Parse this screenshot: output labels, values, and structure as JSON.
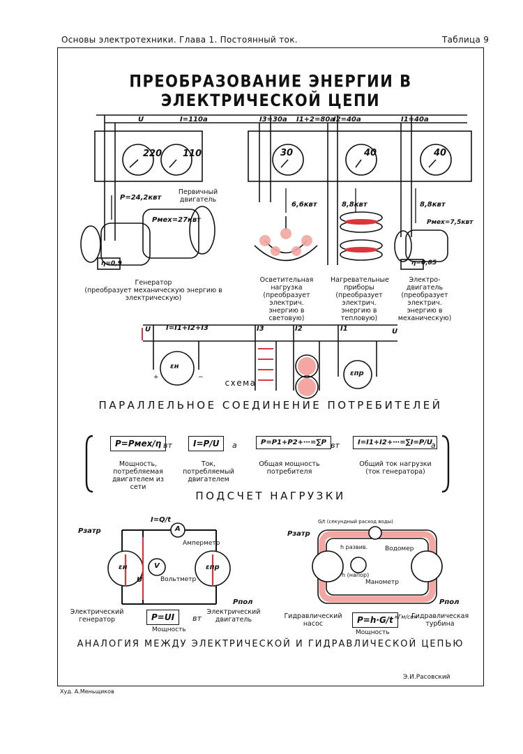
{
  "header": {
    "left": "Основы электротехники. Глава 1. Постоянный ток.",
    "right": "Таблица 9"
  },
  "title": "ПРЕОБРАЗОВАНИЕ ЭНЕРГИИ В ЭЛЕКТРИЧЕСКОЙ ЦЕПИ",
  "top": {
    "line_u": "U",
    "line_i": "I=110а",
    "meter_v": "220",
    "meter_a": "110",
    "p_gen": "P=24,2квт",
    "p_mech": "Pмех=27квт",
    "eta_gen": "η=0,9",
    "prime_mover": "Первичный двигатель",
    "generator_title": "Генератор",
    "generator_desc": "(преобразует механическую энергию в электрическую)",
    "i3": "I3=30а",
    "isum": "I1+2=80а",
    "i2": "I2=40а",
    "i1": "I1=40а",
    "meter_30": "30",
    "meter_40a": "40",
    "meter_40b": "40",
    "p_light": "6,6квт",
    "p_heat": "8,8квт",
    "p_motor": "8,8квт",
    "p_mech2": "Pмех=7,5квт",
    "eta_motor": "η=0,85",
    "light_desc": "Осветительная нагрузка (преобразует электрич. энергию в световую)",
    "heat_desc": "Нагревательные приборы (преобразует электрич. энергию в тепловую)",
    "motor_desc": "Электро-двигатель (преобразует электрич. энергию в механическую)"
  },
  "schema": {
    "u_left": "U",
    "i_total": "I=I1+I2+I3",
    "i3": "I3",
    "i2": "I2",
    "i1": "I1",
    "u_right": "U",
    "e_gen": "εн",
    "e_motor": "εпр",
    "label": "схема",
    "plus": "+",
    "minus": "−"
  },
  "section1": "ПАРАЛЛЕЛЬНОЕ СОЕДИНЕНИЕ ПОТРЕБИТЕЛЕЙ",
  "formulas": [
    {
      "box": "P=Pмех/η",
      "unit": "вт",
      "desc": "Мощность, потребляемая двигателем из сети"
    },
    {
      "box": "I=P/U",
      "unit": "а",
      "desc": "Ток, потребляемый двигателем"
    },
    {
      "box": "P=P1+P2+⋯=∑P",
      "unit": "вт",
      "desc": "Общая мощность потребителя"
    },
    {
      "box": "I=I1+I2+⋯=∑I=P/U",
      "unit": "а",
      "desc": "Общий ток нагрузки (ток генератора)"
    }
  ],
  "section2": "ПОДСЧЕТ НАГРУЗКИ",
  "analogy": {
    "p_zatr_left": "Pзатр",
    "i_formula": "I=Q/t",
    "ammeter_sym": "A",
    "ammeter": "Амперметр",
    "voltmeter_sym": "V",
    "voltmeter": "Вольтметр",
    "e_gen": "εн",
    "e_motor": "εпр",
    "u": "U",
    "gen_label": "Электрический генератор",
    "motor_label": "Электрический двигатель",
    "power_box": "P=UI",
    "power_unit": "вт",
    "power_label": "Мощность",
    "p_pol_left": "Pпол",
    "p_zatr_right": "Pзатр",
    "flow": "G/t (секундный расход воды)",
    "h_razv": "h развив.",
    "h_napor": "h (напор)",
    "water_meter": "Водомер",
    "manometer": "Манометр",
    "pump": "Гидравлический насос",
    "turbine": "Гидравлическая турбина",
    "hyd_box": "P=h·G/t",
    "hyd_unit": "кГм/сек",
    "hyd_label": "Мощность",
    "p_pol_right": "Pпол"
  },
  "section3": "АНАЛОГИЯ МЕЖДУ ЭЛЕКТРИЧЕСКОЙ И ГИДРАВЛИЧЕСКОЙ ЦЕПЬЮ",
  "footer": {
    "author": "Э.И.Расовский",
    "artist": "Худ. А.Меньщиков"
  },
  "colors": {
    "ink": "#111111",
    "red": "#d8363a",
    "pink": "#f3a7a2"
  }
}
